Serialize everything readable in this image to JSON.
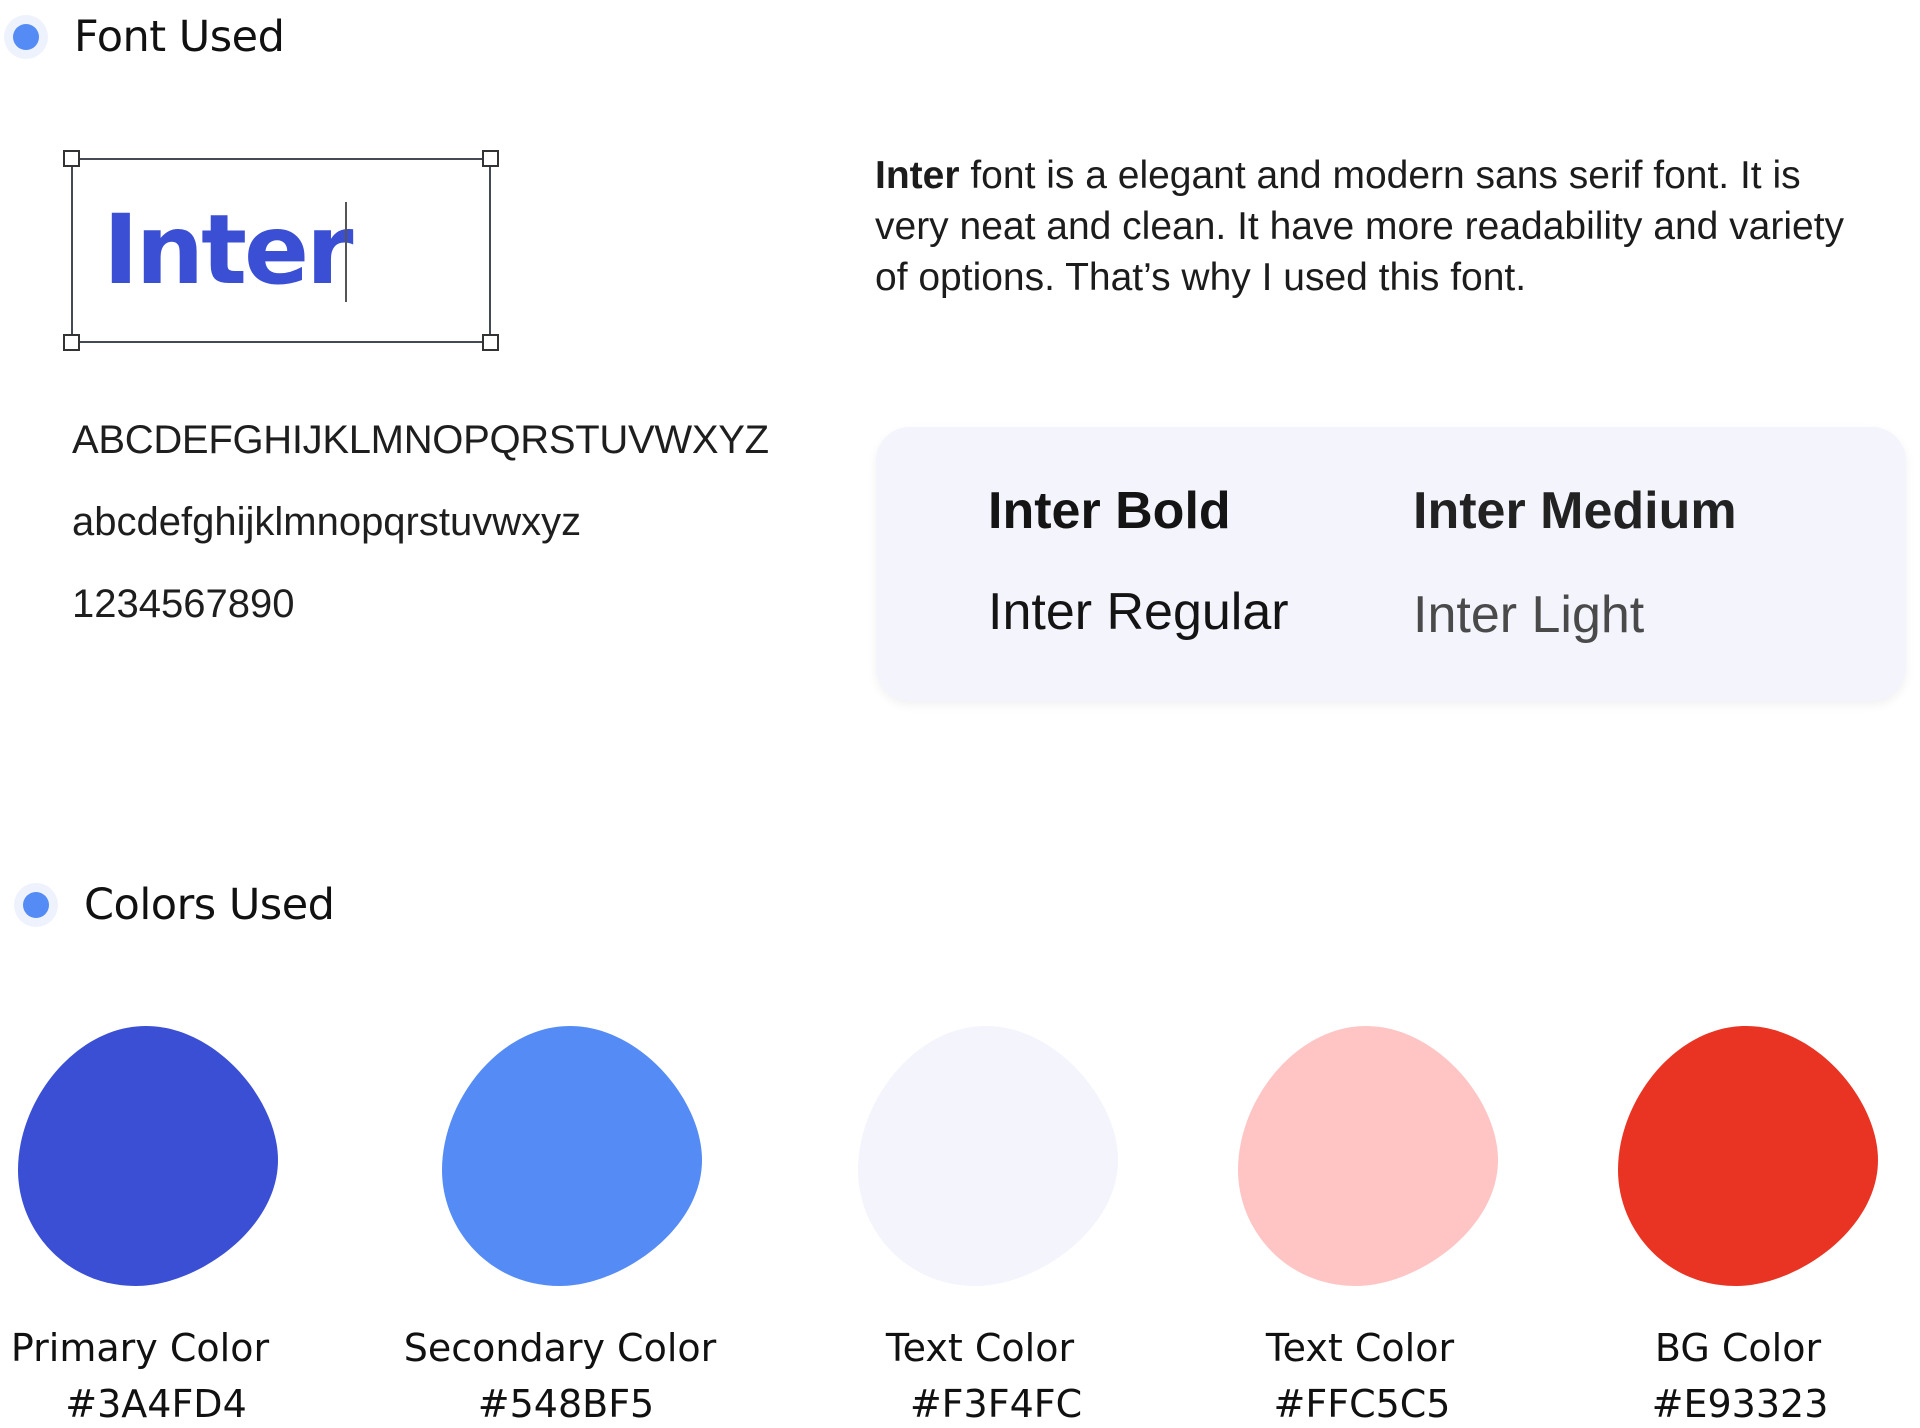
{
  "font_section": {
    "title": "Font Used",
    "sample_word": "Inter",
    "uppercase": "ABCDEFGHIJKLMNOPQRSTUVWXYZ",
    "lowercase": "abcdefghijklmnopqrstuvwxyz",
    "digits": "1234567890",
    "description_bold": "Inter",
    "description_rest": " font is a elegant and modern sans serif font. It is very neat and clean. It have more readability and variety of options. That’s why I used this font.",
    "weights": {
      "bold": "Inter Bold",
      "medium": "Inter Medium",
      "regular": "Inter Regular",
      "light": "Inter Light"
    }
  },
  "colors_section": {
    "title": "Colors Used",
    "swatches": [
      {
        "name": "Primary Color",
        "hex": "#3A4FD4",
        "color": "#3a4fd4"
      },
      {
        "name": "Secondary Color",
        "hex": "#548BF5",
        "color": "#548bf5"
      },
      {
        "name": "Text Color",
        "hex": "#F3F4FC",
        "color": "#f3f4fc"
      },
      {
        "name": "Text Color",
        "hex": "#FFC5C5",
        "color": "#ffc5c5"
      },
      {
        "name": "BG Color",
        "hex": "#E93323",
        "color": "#e93323"
      }
    ]
  },
  "accent_color": "#548bf5"
}
